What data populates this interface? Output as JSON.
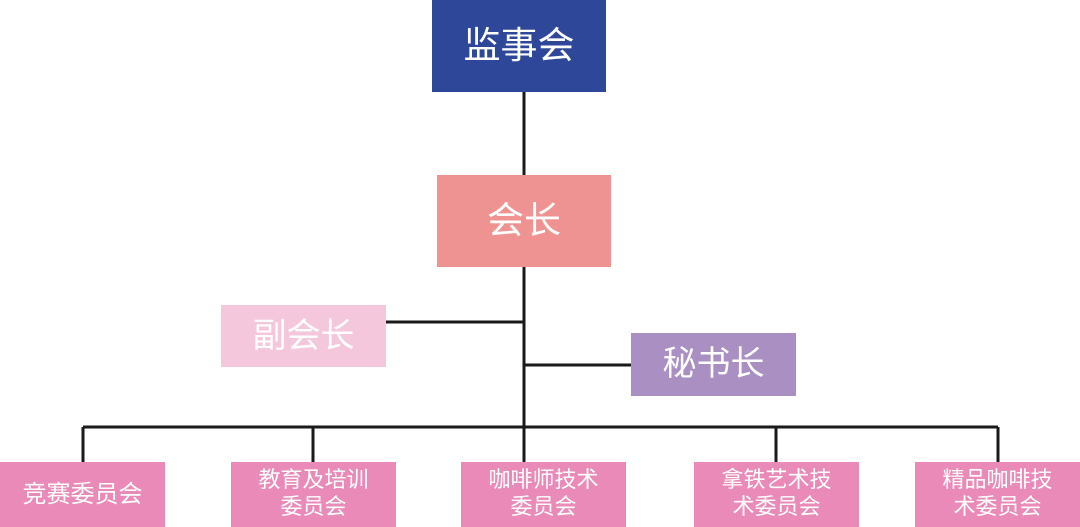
{
  "nodes": {
    "supervisory_board": "监事会",
    "president": "会长",
    "vice_president": "副会长",
    "secretary_general": "秘书长",
    "committees": [
      "竞赛委员会",
      "教育及培训\n委员会",
      "咖啡师技术\n委员会",
      "拿铁艺术技\n术委员会",
      "精品咖啡技\n术委员会"
    ]
  },
  "colors": {
    "supervisory_board": "#2e4799",
    "president": "#ee9391",
    "vice_president": "#f5c7dc",
    "secretary_general": "#a98fc2",
    "committee": "#ea8ab8",
    "connector": "#1a1a1a"
  }
}
